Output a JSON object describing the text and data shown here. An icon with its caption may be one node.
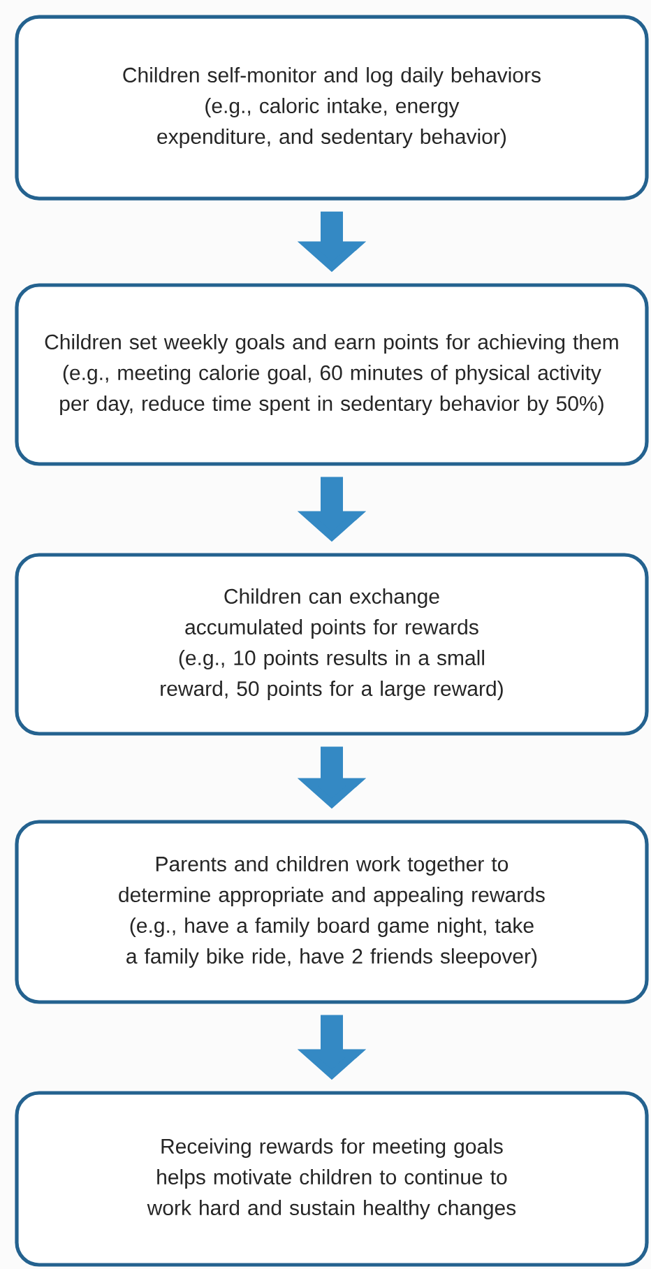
{
  "diagram": {
    "nodes": [
      {
        "text": [
          "Children self-monitor and log daily behaviors",
          "(e.g., caloric intake, energy expenditure, and sedentary behavior)"
        ]
      },
      {
        "text": [
          "Children set weekly goals and earn points for achieving them",
          "(e.g., meeting calorie goal, 60 minutes of physical activity per day, reduce time spent in sedentary behavior by 50%)"
        ]
      },
      {
        "text": [
          "Children can exchange accumulated points for rewards",
          "(e.g., 10 points results in a small reward, 50 points for a large reward)"
        ]
      },
      {
        "text": [
          "Parents and children work together to determine appropriate and appealing rewards",
          "(e.g., have a family board game night, take a family bike ride, have 2 friends sleepover)"
        ]
      },
      {
        "text": [
          "Receiving rewards for meeting goals helps motivate children to continue to work hard and sustain healthy changes"
        ]
      }
    ],
    "edges": [
      {
        "from": 0,
        "to": 1,
        "arrow": "to"
      },
      {
        "from": 1,
        "to": 2,
        "arrow": "to"
      },
      {
        "from": 2,
        "to": 3,
        "arrow": "to"
      },
      {
        "from": 3,
        "to": 4,
        "arrow": "to"
      }
    ]
  }
}
